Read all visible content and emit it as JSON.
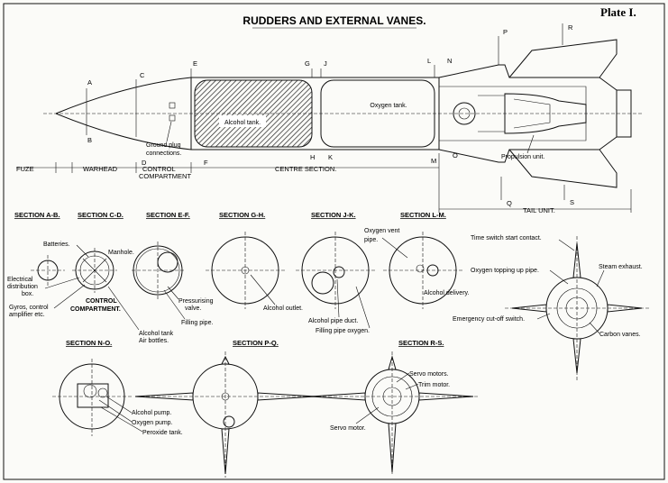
{
  "title": "RUDDERS AND EXTERNAL VANES.",
  "plate": "Plate I.",
  "rocket": {
    "labels": {
      "alcohol_tank": "Alcohol tank.",
      "oxygen_tank": "Oxygen tank.",
      "ground_plug": "Ground plug connections.",
      "propulsion_unit": "Propulsion unit."
    },
    "markers": [
      "A",
      "B",
      "C",
      "D",
      "E",
      "F",
      "G",
      "H",
      "J",
      "K",
      "L",
      "M",
      "N",
      "O",
      "P",
      "Q",
      "R",
      "S"
    ],
    "sections": {
      "fuze": "FUZE",
      "warhead": "WARHEAD",
      "control": "CONTROL COMPARTMENT",
      "centre": "CENTRE SECTION.",
      "tail": "TAIL UNIT."
    }
  },
  "section_titles": {
    "ab": "SECTION A-B.",
    "cd": "SECTION C-D.",
    "ef": "SECTION E-F.",
    "gh": "SECTION G-H.",
    "jk": "SECTION J-K.",
    "lm": "SECTION L-M.",
    "no": "SECTION N-O.",
    "pq": "SECTION P-Q.",
    "rs": "SECTION R-S."
  },
  "labels": {
    "batteries": "Batteries.",
    "manhole": "Manhole.",
    "elec": "Electrical distribution box.",
    "gyros": "Gyros, control amplifier etc.",
    "control_comp": "CONTROL COMPARTMENT.",
    "press_valve": "Pressurising valve.",
    "filling_pipe": "Filling pipe.",
    "alcohol_outlet": "Alcohol outlet.",
    "alcohol_air": "Alcohol tank Air bottles.",
    "alcohol_duct": "Alcohol pipe duct.",
    "filling_oxygen": "Filling pipe oxygen.",
    "oxygen_vent": "Oxygen vent pipe.",
    "alcohol_delivery": "Alcohol delivery.",
    "time_switch": "Time switch start contact.",
    "oxygen_topping": "Oxygen topping up pipe.",
    "steam_exhaust": "Steam exhaust.",
    "cutoff": "Emergency cut-off switch.",
    "carbon_vanes": "Carbon vanes.",
    "alcohol_pump": "Alcohol pump.",
    "oxygen_pump": "Oxygen pump.",
    "peroxide": "Peroxide tank.",
    "servo_motors": "Servo motors.",
    "trim_motor": "Trim motor.",
    "servo_motor": "Servo motor."
  }
}
